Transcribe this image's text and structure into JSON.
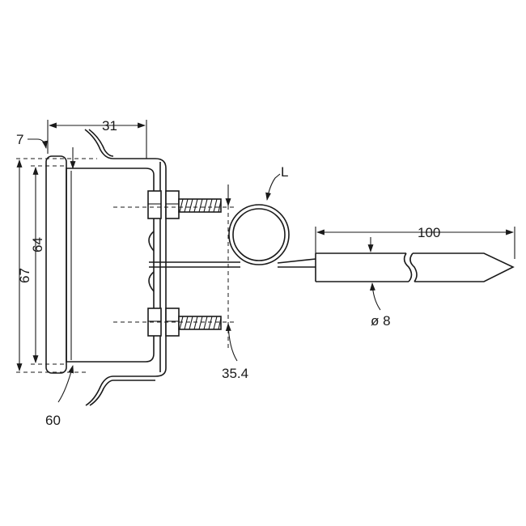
{
  "dimensions": {
    "d7": "7",
    "d31": "31",
    "d64": "64",
    "d67": "67",
    "d60": "60",
    "d35_4": "35.4",
    "dL": "L",
    "d100": "100",
    "dia8": "ø 8"
  },
  "colors": {
    "line": "#1a1a1a",
    "background": "#ffffff"
  }
}
